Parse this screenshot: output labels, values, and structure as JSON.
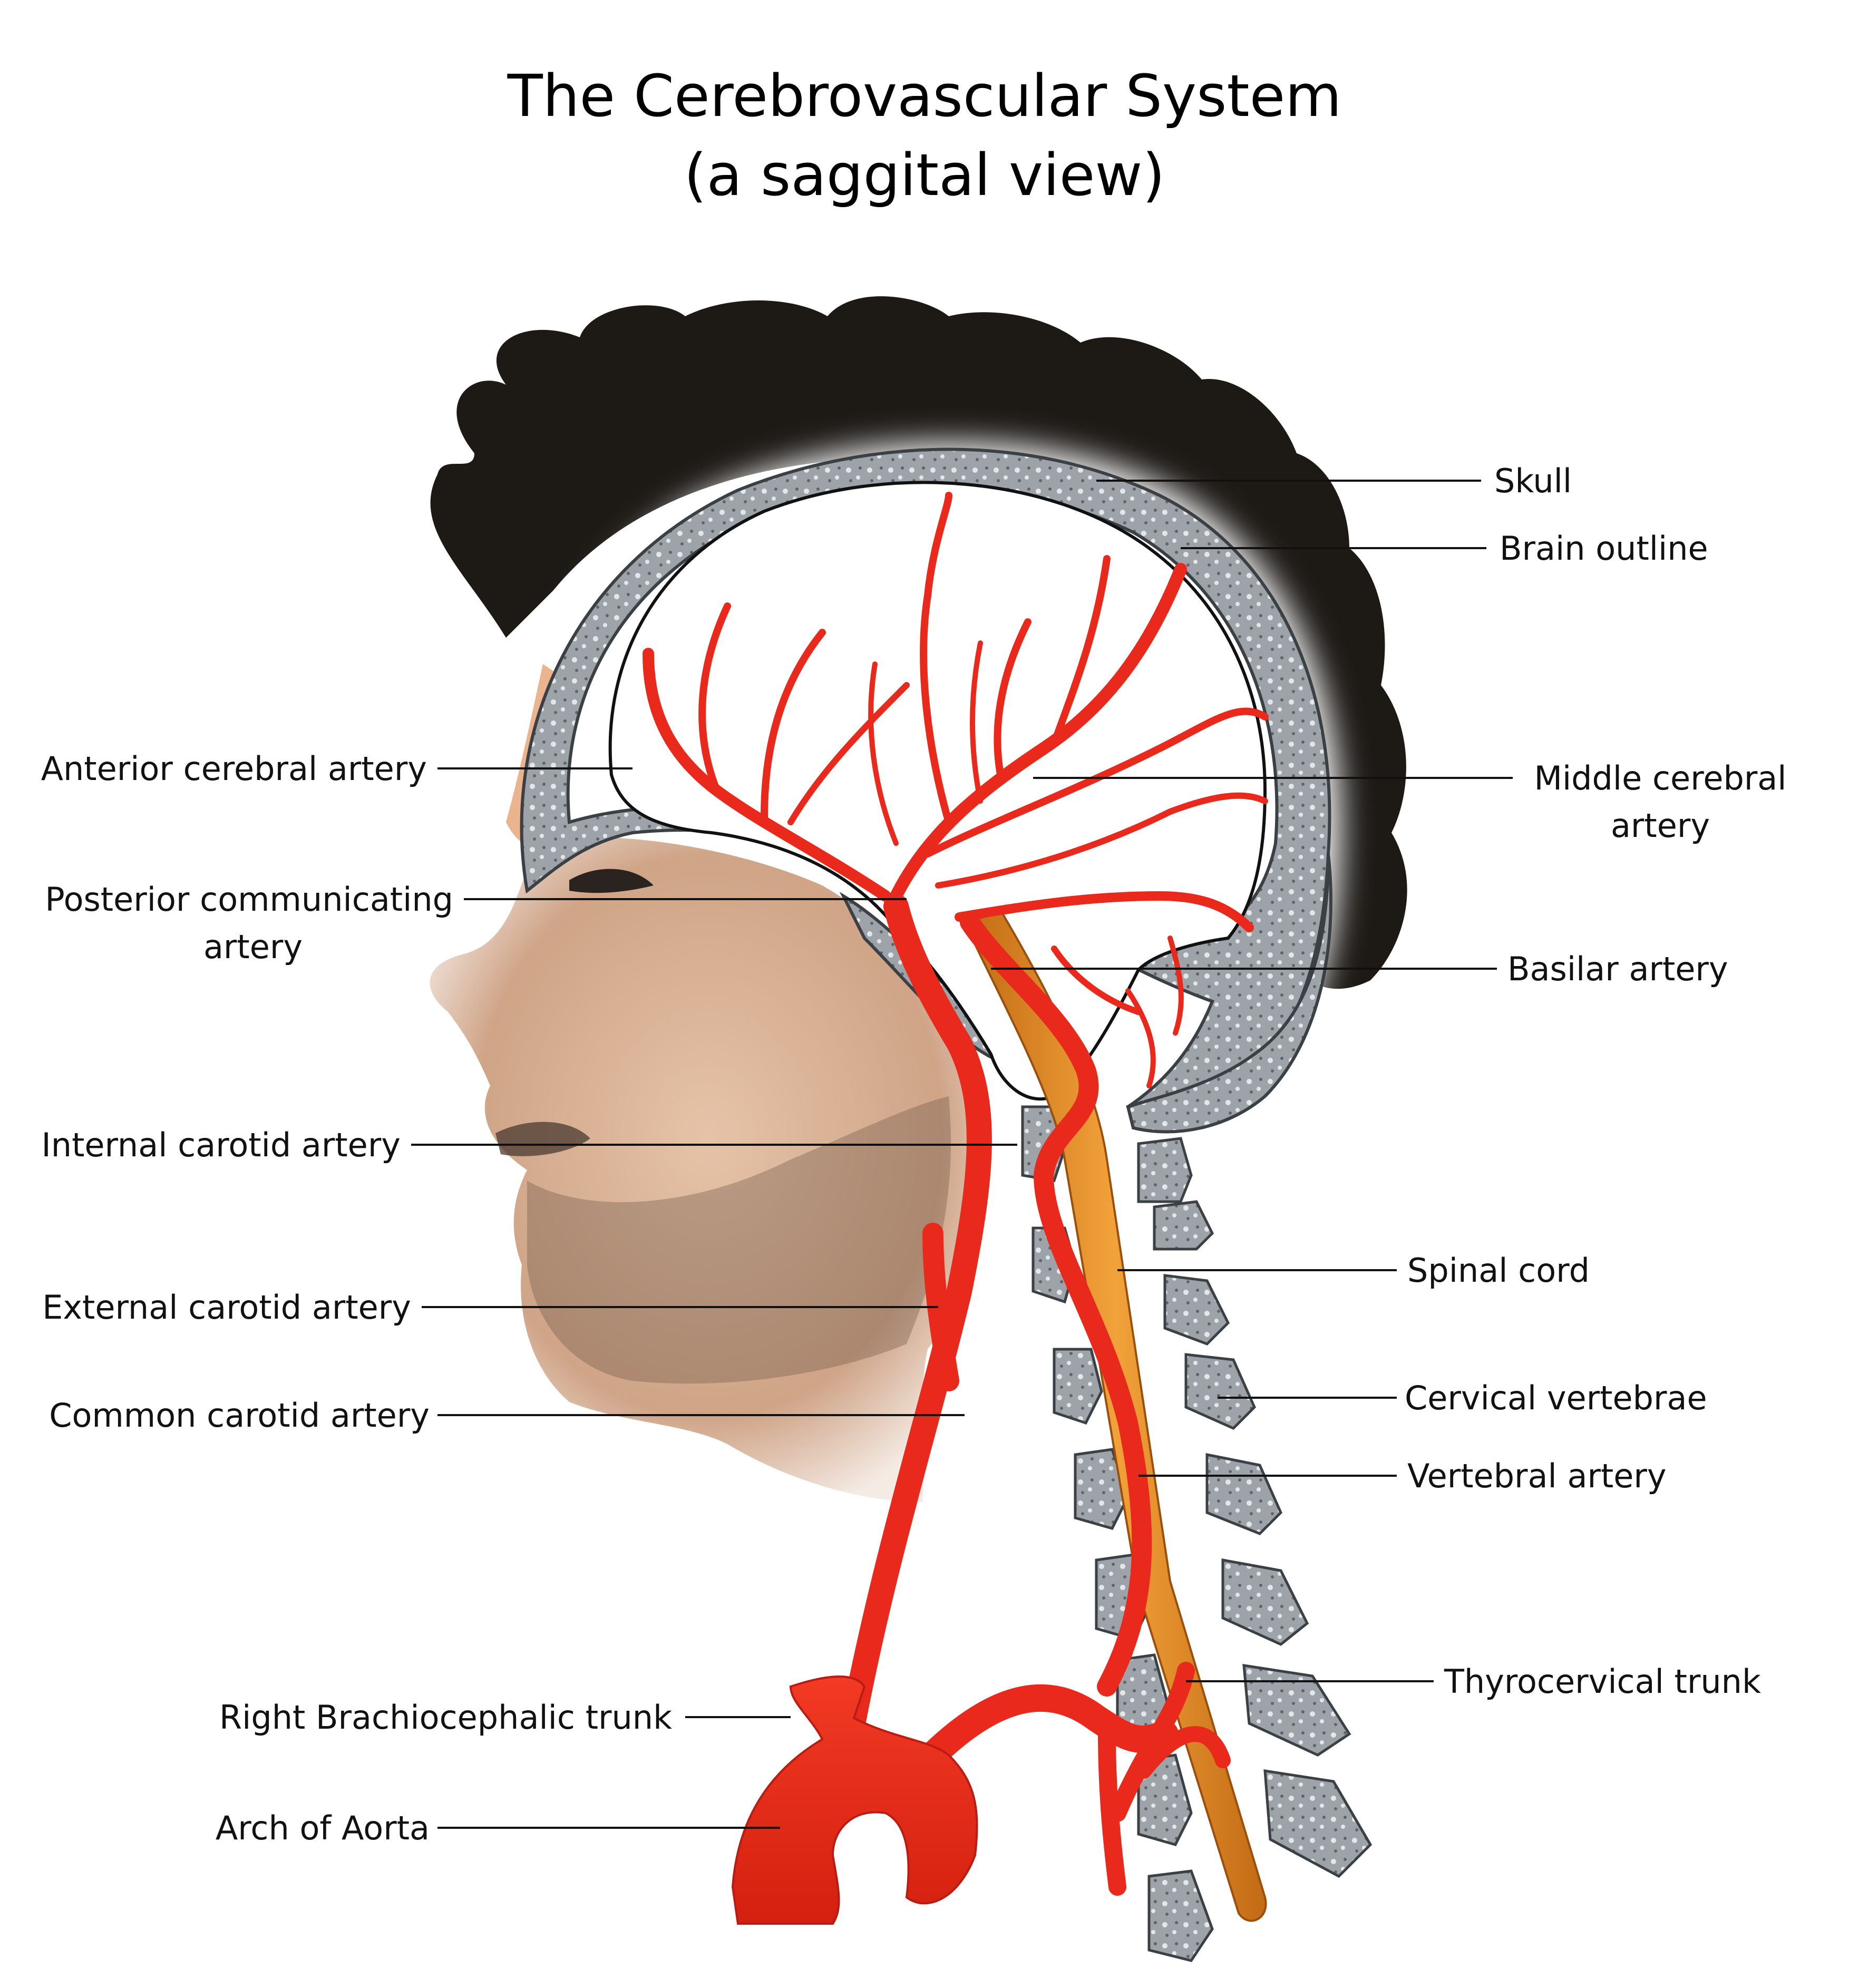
{
  "title": {
    "line1": "The Cerebrovascular System",
    "line2": "(a saggital view)"
  },
  "colors": {
    "artery": "#e8291c",
    "artery_dark": "#b81c12",
    "bone": "#8b9196",
    "bone_light": "#c9cdd0",
    "hair": "#1d1a16",
    "skin": "#d9b59a",
    "spinal_cord": "#e8912c",
    "label_text": "#111111"
  },
  "labels": {
    "left": [
      {
        "id": "anterior-cerebral-artery",
        "lines": [
          "Anterior cerebral artery"
        ]
      },
      {
        "id": "posterior-communicating-artery",
        "lines": [
          "Posterior communicating",
          "artery"
        ]
      },
      {
        "id": "internal-carotid-artery",
        "lines": [
          "Internal carotid artery"
        ]
      },
      {
        "id": "external-carotid-artery",
        "lines": [
          "External carotid artery"
        ]
      },
      {
        "id": "common-carotid-artery",
        "lines": [
          "Common carotid artery"
        ]
      },
      {
        "id": "right-brachiocephalic-trunk",
        "lines": [
          "Right Brachiocephalic trunk"
        ]
      },
      {
        "id": "arch-of-aorta",
        "lines": [
          "Arch of Aorta"
        ]
      }
    ],
    "right": [
      {
        "id": "skull",
        "lines": [
          "Skull"
        ]
      },
      {
        "id": "brain-outline",
        "lines": [
          "Brain outline"
        ]
      },
      {
        "id": "middle-cerebral-artery",
        "lines": [
          "Middle cerebral",
          "artery"
        ]
      },
      {
        "id": "basilar-artery",
        "lines": [
          "Basilar artery"
        ]
      },
      {
        "id": "spinal-cord",
        "lines": [
          "Spinal cord"
        ]
      },
      {
        "id": "cervical-vertebrae",
        "lines": [
          "Cervical vertebrae"
        ]
      },
      {
        "id": "vertebral-artery",
        "lines": [
          "Vertebral artery"
        ]
      },
      {
        "id": "thyrocervical-trunk",
        "lines": [
          "Thyrocervical trunk"
        ]
      }
    ]
  }
}
